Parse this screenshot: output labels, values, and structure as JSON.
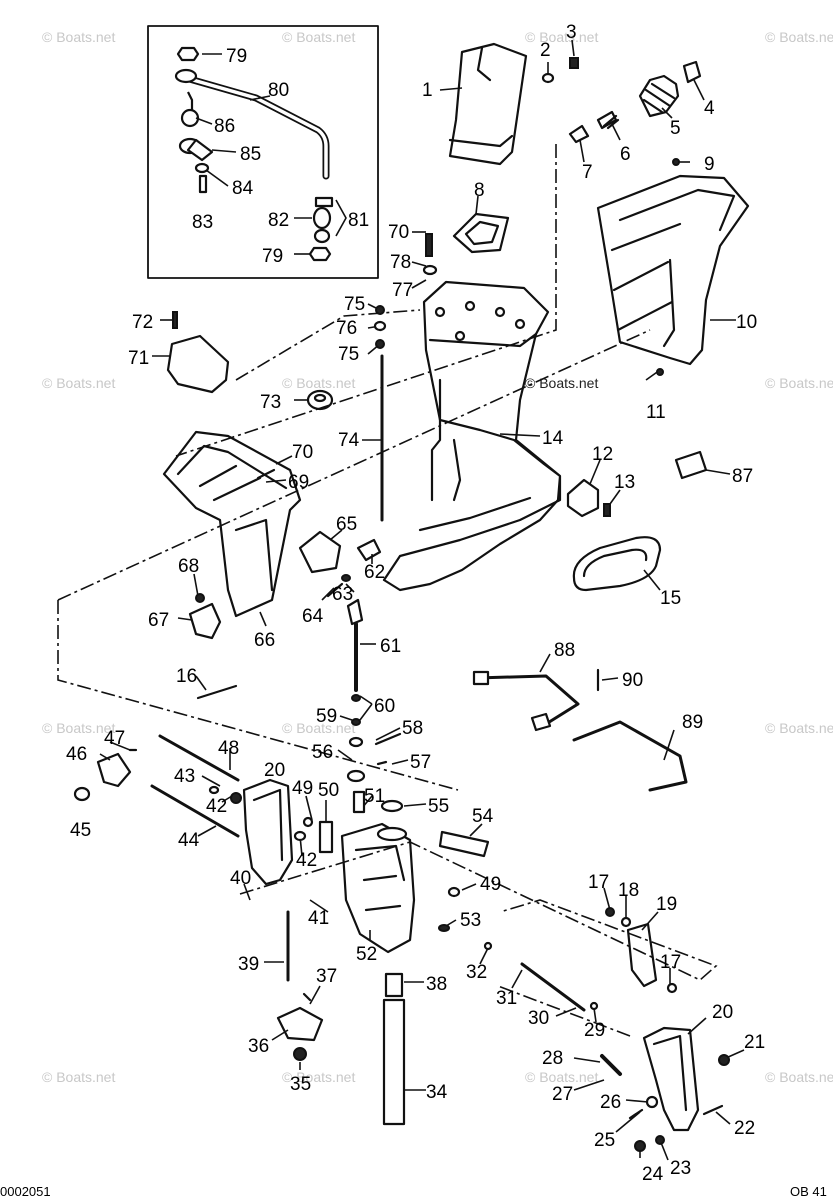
{
  "diagram_id": "0002051",
  "sheet_code": "OB 41",
  "watermark": "© Boats.net",
  "callouts": [
    "1",
    "2",
    "3",
    "4",
    "5",
    "6",
    "7",
    "8",
    "9",
    "10",
    "11",
    "12",
    "13",
    "14",
    "15",
    "16",
    "17",
    "17",
    "18",
    "19",
    "20",
    "20",
    "21",
    "22",
    "23",
    "24",
    "25",
    "26",
    "27",
    "28",
    "29",
    "30",
    "31",
    "32",
    "34",
    "35",
    "36",
    "37",
    "38",
    "39",
    "40",
    "41",
    "42",
    "42",
    "43",
    "44",
    "45",
    "46",
    "47",
    "48",
    "49",
    "49",
    "50",
    "51",
    "52",
    "53",
    "54",
    "55",
    "56",
    "57",
    "58",
    "59",
    "60",
    "61",
    "62",
    "63",
    "64",
    "65",
    "66",
    "67",
    "68",
    "69",
    "70",
    "70",
    "71",
    "72",
    "73",
    "74",
    "75",
    "75",
    "76",
    "77",
    "78",
    "79",
    "79",
    "80",
    "81",
    "82",
    "83",
    "84",
    "85",
    "86",
    "87",
    "88",
    "89",
    "90"
  ]
}
